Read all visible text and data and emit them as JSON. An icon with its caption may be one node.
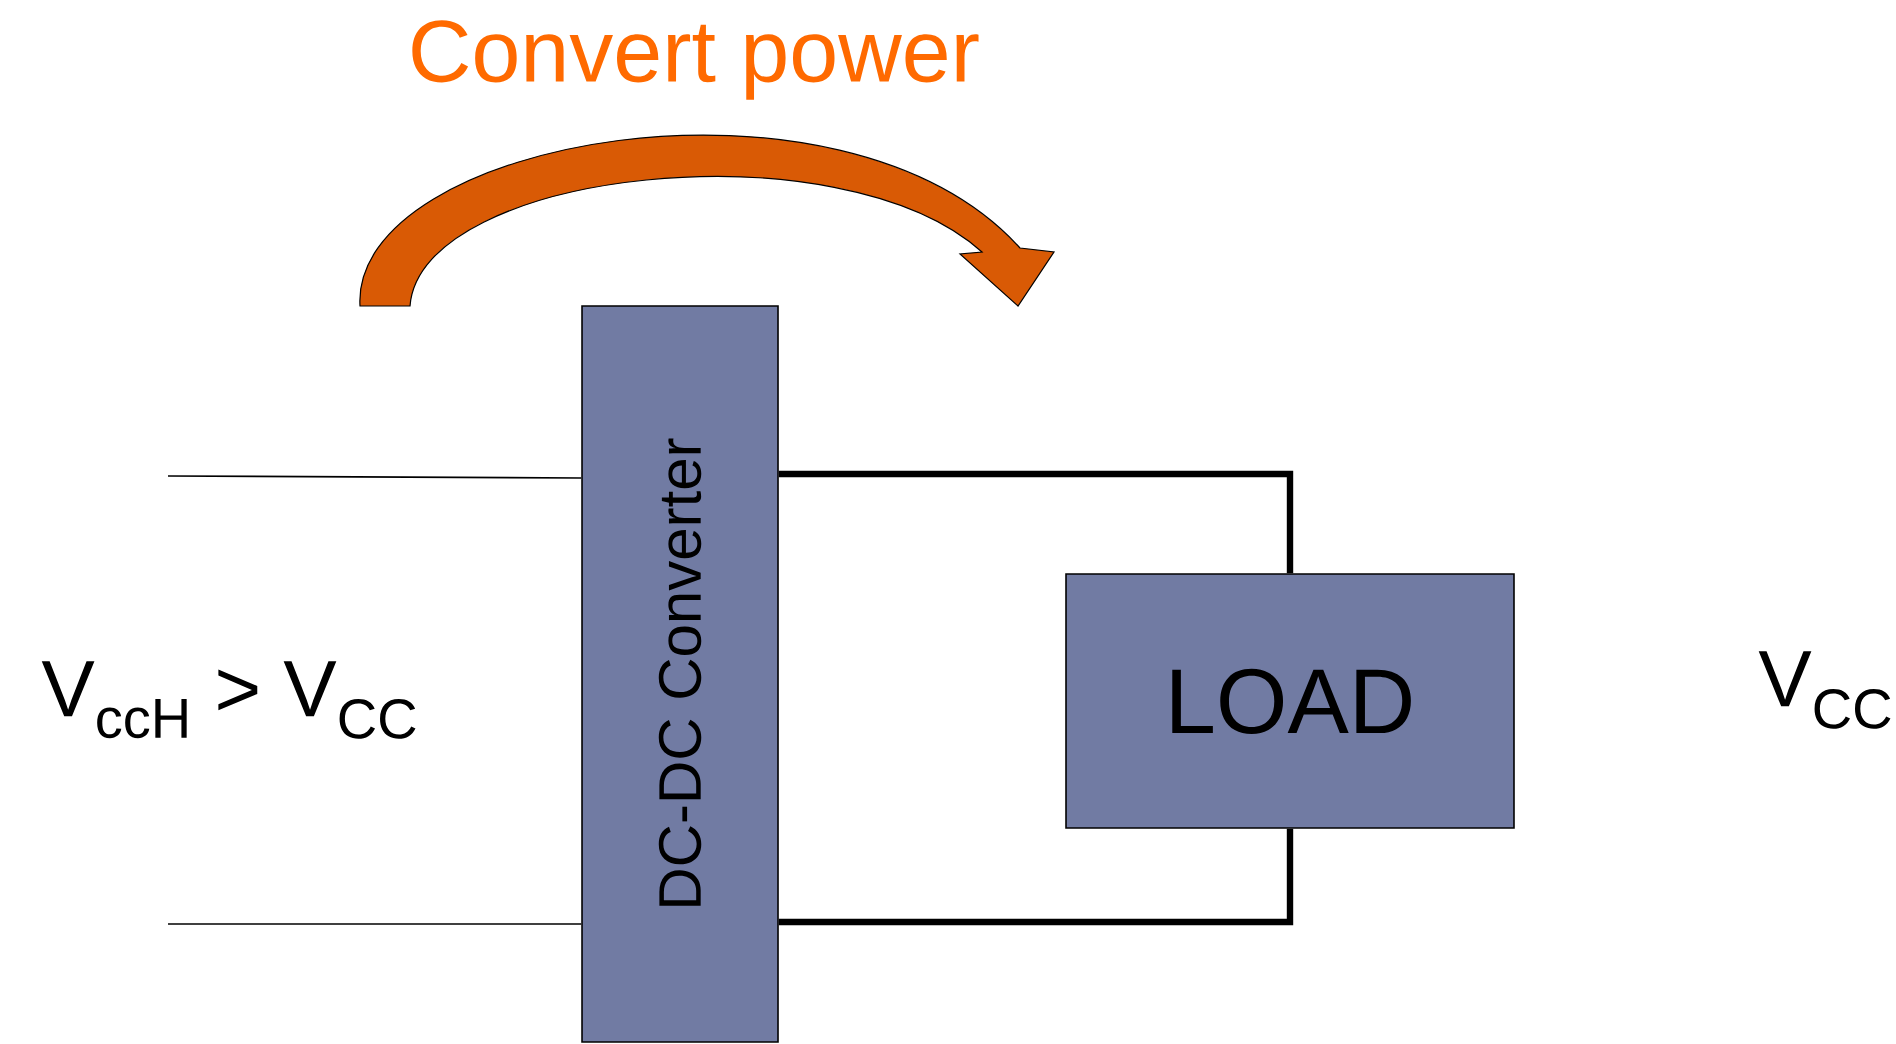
{
  "diagram": {
    "nodes": [
      {
        "text": [
          "DC-DC Converter"
        ]
      },
      {
        "text": [
          "LOAD"
        ]
      }
    ],
    "edges": [
      {
        "from": 0,
        "to": 1,
        "arrow": "none",
        "style": "thick"
      },
      {
        "from": 0,
        "to": 1,
        "arrow": "none",
        "style": "thick"
      },
      {
        "from": null,
        "to": 0,
        "arrow": "none"
      },
      {
        "from": null,
        "to": 0,
        "arrow": "none"
      }
    ],
    "labels": [
      "Convert power",
      "V$_{ccH}$ > V$_{CC}$",
      "V$_{CC}$"
    ]
  }
}
